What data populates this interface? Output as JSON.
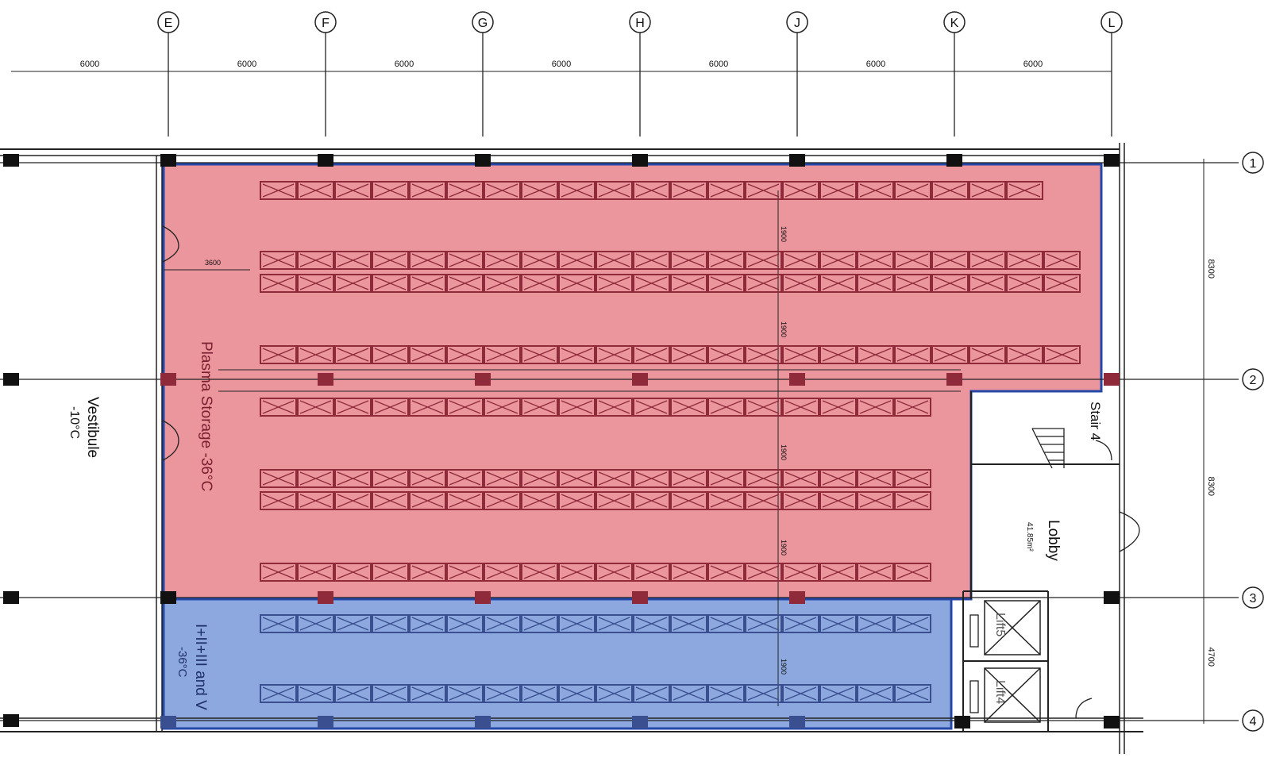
{
  "grid": {
    "columns": [
      "E",
      "F",
      "G",
      "H",
      "J",
      "K",
      "L"
    ],
    "rows": [
      "1",
      "2",
      "3",
      "4"
    ],
    "column_spacings": [
      "6000",
      "6000",
      "6000",
      "6000",
      "6000",
      "6000",
      "6000"
    ],
    "row_spacings": [
      "8300",
      "8300",
      "4700"
    ]
  },
  "aisle_dims": [
    "1900",
    "1900",
    "1900",
    "1900",
    "1900"
  ],
  "dim_3600": "3600",
  "rooms": {
    "plasma": {
      "label": "Plasma Storage -36°C",
      "color": "#e8838c"
    },
    "blue_store": {
      "label_line1": "I+II+III and V",
      "label_line2": "-36°C",
      "color": "#7f9fdc"
    },
    "vestibule": {
      "label_line1": "Vestibule",
      "label_line2": "-10°C"
    },
    "lobby": {
      "label": "Lobby",
      "area": "41.85m²"
    },
    "stair": {
      "label": "Stair 4"
    },
    "lift5": {
      "label": "Lift5"
    },
    "lift4": {
      "label": "Lift4"
    }
  },
  "colors": {
    "zone_outline": "#2447a8",
    "rack_red": "#8f2a3a",
    "rack_blue": "#3a4f8f"
  }
}
